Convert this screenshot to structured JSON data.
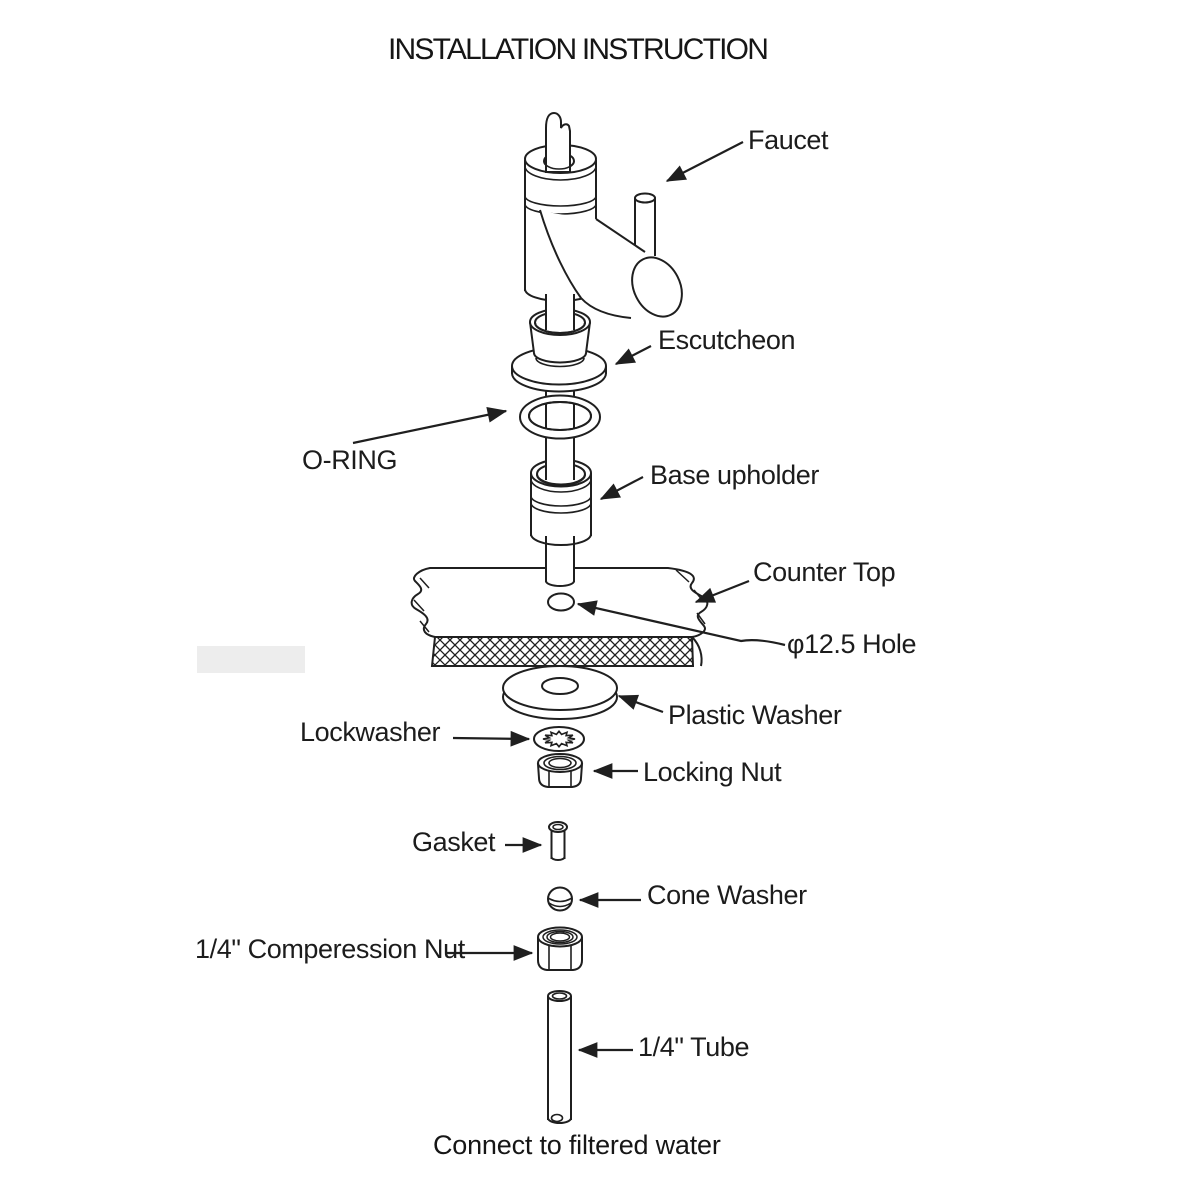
{
  "title": "INSTALLATION INSTRUCTION",
  "footer_note": "Connect to filtered water",
  "colors": {
    "ink": "#1f1f1f",
    "background": "#ffffff"
  },
  "parts": {
    "faucet": {
      "label": "Faucet"
    },
    "escutcheon": {
      "label": "Escutcheon"
    },
    "o_ring": {
      "label": "O-RING"
    },
    "base_upholder": {
      "label": "Base upholder"
    },
    "counter_top": {
      "label": "Counter Top"
    },
    "hole": {
      "label": "φ12.5 Hole"
    },
    "plastic_washer": {
      "label": "Plastic Washer"
    },
    "lockwasher": {
      "label": "Lockwasher"
    },
    "locking_nut": {
      "label": "Locking Nut"
    },
    "gasket": {
      "label": "Gasket"
    },
    "cone_washer": {
      "label": "Cone Washer"
    },
    "compression_nut": {
      "label": "1/4\" Comperession Nut"
    },
    "tube": {
      "label": "1/4\" Tube"
    }
  }
}
